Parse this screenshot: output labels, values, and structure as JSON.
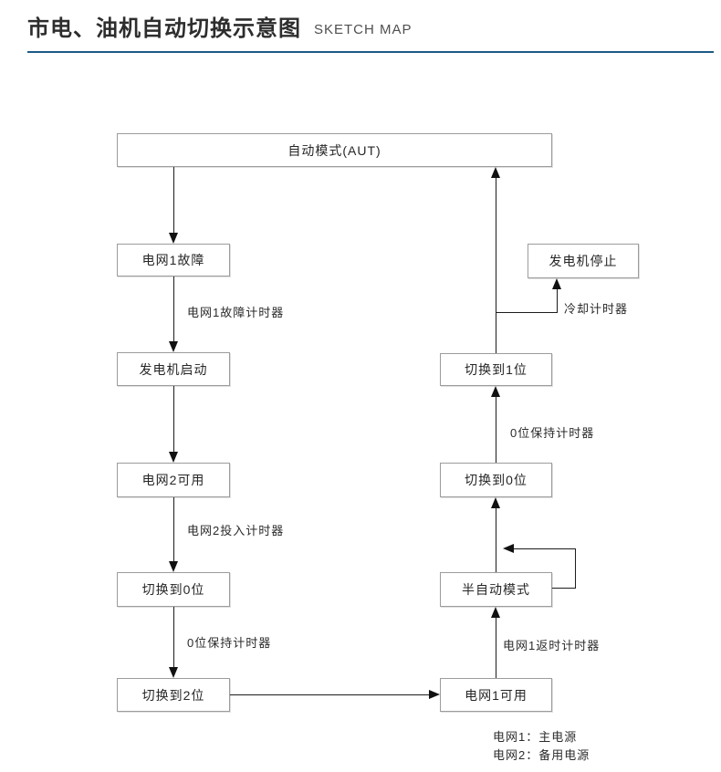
{
  "header": {
    "title": "市电、油机自动切换示意图",
    "subtitle": "SKETCH MAP",
    "underline_color": "#1c5a87"
  },
  "diagram": {
    "nodes": {
      "auto_mode": "自动模式(AUT)",
      "grid1_fault": "电网1故障",
      "generator_start": "发电机启动",
      "grid2_available": "电网2可用",
      "switch_to_0_left": "切换到0位",
      "switch_to_2": "切换到2位",
      "grid1_available": "电网1可用",
      "semi_auto_mode": "半自动模式",
      "switch_to_0_right": "切换到0位",
      "switch_to_1": "切换到1位",
      "generator_stop": "发电机停止"
    },
    "edge_labels": {
      "grid1_fault_timer": "电网1故障计时器",
      "grid2_engage_timer": "电网2投入计时器",
      "pos0_hold_timer_left": "0位保持计时器",
      "grid1_return_timer": "电网1返时计时器",
      "pos0_hold_timer_right": "0位保持计时器",
      "cooling_timer": "冷却计时器"
    },
    "legend": {
      "line1": "电网1：主电源",
      "line2": "电网2：备用电源"
    },
    "line_color": "#1c1c1c",
    "box_border_color": "#9c9c9c"
  }
}
